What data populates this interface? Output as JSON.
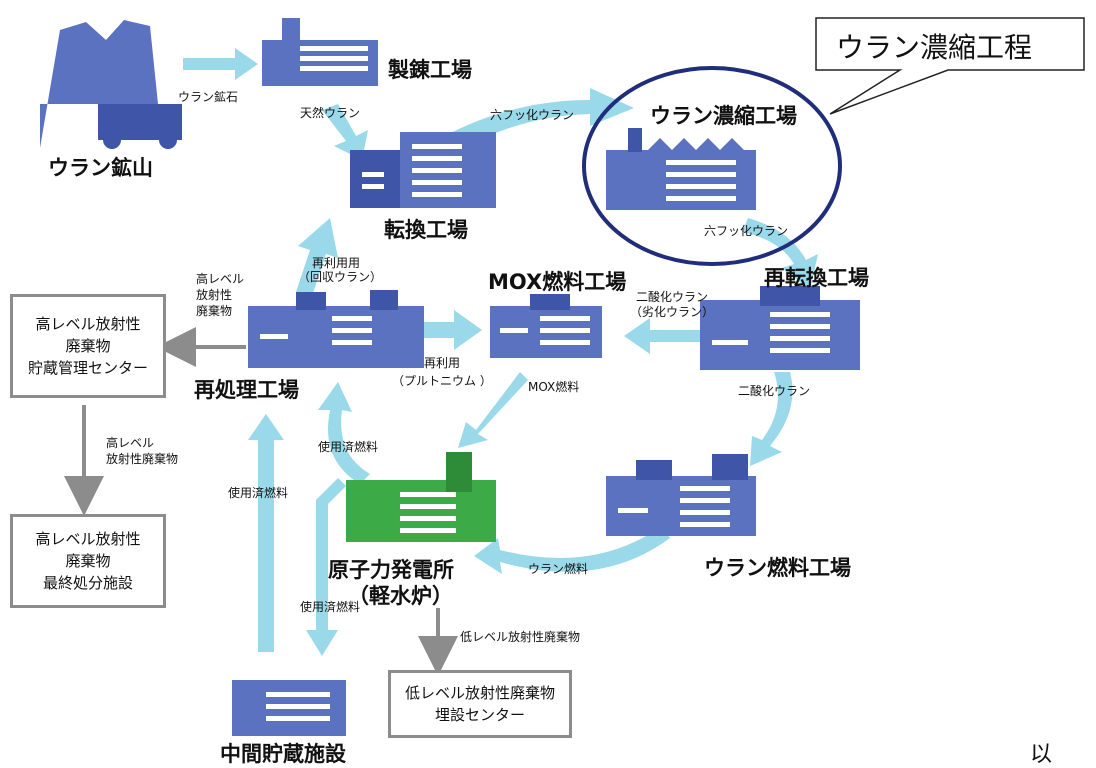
{
  "callout": {
    "text": "ウラン濃縮工程"
  },
  "facilities": {
    "mine": "ウラン鉱山",
    "refinery": "製錬工場",
    "conversion": "転換工場",
    "enrichment": "ウラン濃縮工場",
    "reconversion": "再転換工場",
    "mox_plant": "MOX燃料工場",
    "reprocessing": "再処理工場",
    "uranium_fuel_plant": "ウラン燃料工場",
    "power_plant_line1": "原子力発電所",
    "power_plant_line2": "（軽水炉）",
    "interim_storage": "中間貯蔵施設"
  },
  "boxes": {
    "hlw_storage": "高レベル放射性\n廃棄物\n貯蔵管理センター",
    "hlw_disposal": "高レベル放射性\n廃棄物\n最終処分施設",
    "llw_center": "低レベル放射性廃棄物\n埋設センター"
  },
  "flows": {
    "uranium_ore": "ウラン鉱石",
    "natural_uranium": "天然ウラン",
    "uf6_a": "六フッ化ウラン",
    "uf6_b": "六フッ化ウラン",
    "recycle_recovered_1": "再利用用",
    "recycle_recovered_2": "（回収ウラン）",
    "hlw_label_1": "高レベル",
    "hlw_label_2": "放射性",
    "hlw_label_3": "廃棄物",
    "uo2_depleted_1": "二酸化ウラン",
    "uo2_depleted_2": "（劣化ウラン）",
    "recycle_pu_1": "再利用",
    "recycle_pu_2": "（プルトニウム ）",
    "mox_fuel": "MOX燃料",
    "uo2": "二酸化ウラン",
    "spent_fuel_a": "使用済燃料",
    "spent_fuel_b": "使用済燃料",
    "spent_fuel_c": "使用済燃料",
    "hlw_flow_1": "高レベル",
    "hlw_flow_2": "放射性廃棄物",
    "llw_flow": "低レベル放射性廃棄物",
    "uranium_fuel": "ウラン燃料"
  },
  "footer": {
    "char": "以"
  },
  "colors": {
    "arrow": "#99d9ea",
    "building": "#5b72c0",
    "building_dark": "#3f55a8",
    "plant": "#3daa48",
    "grey": "#8c8c8c",
    "circle": "#1f2d7a"
  }
}
